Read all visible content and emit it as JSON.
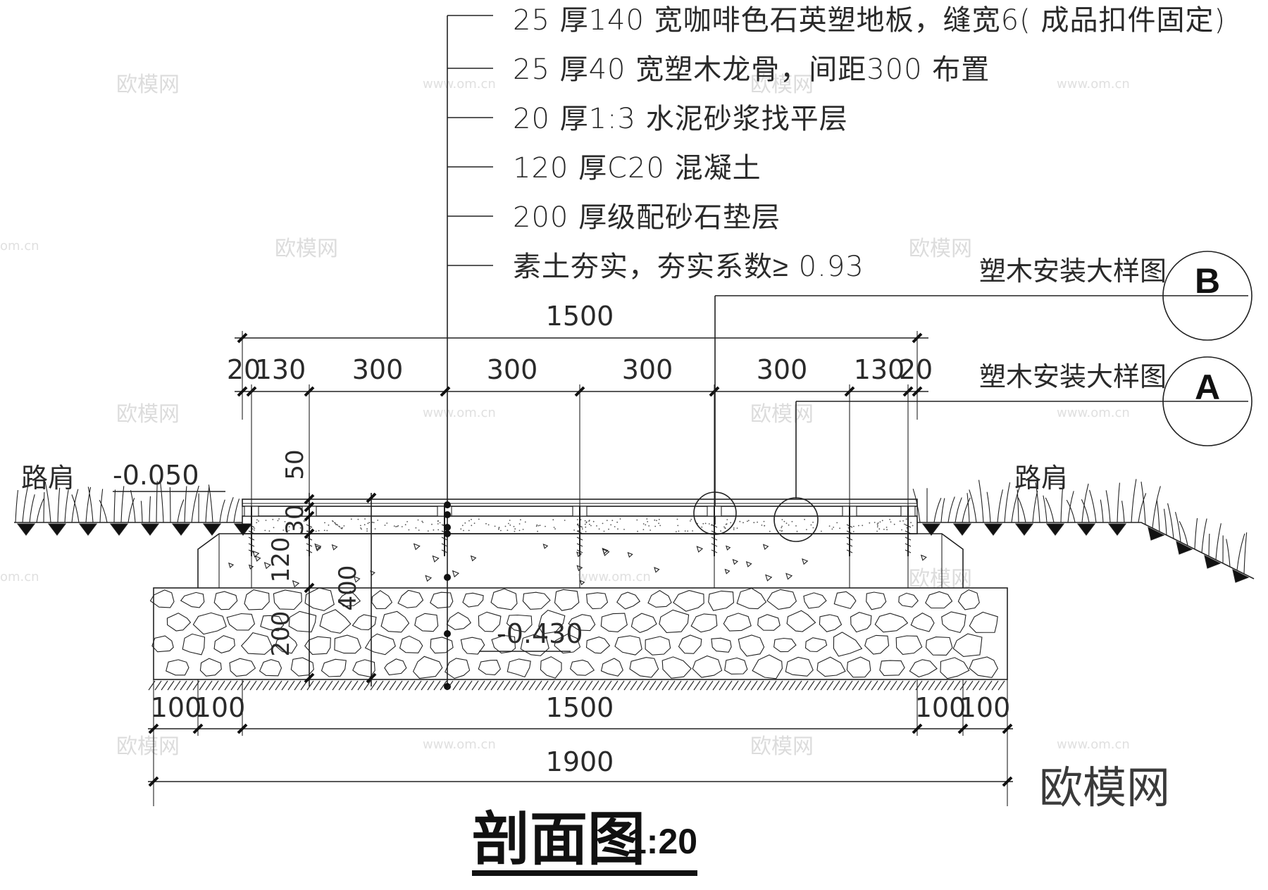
{
  "notes": [
    "25 厚140 宽咖啡色石英塑地板，缝宽6( 成品扣件固定)",
    "25 厚40 宽塑木龙骨，间距300 布置",
    "20 厚1:3  水泥砂浆找平层",
    "120  厚C20  混凝土",
    "200  厚级配砂石垫层",
    "素土夯实，夯实系数≥ 0.93"
  ],
  "references": [
    {
      "label": "塑木安装大样图",
      "tag": "B"
    },
    {
      "label": "塑木安装大样图",
      "tag": "A"
    }
  ],
  "dims_top": {
    "overall": "1500",
    "segments": [
      "20",
      "130",
      "300",
      "300",
      "300",
      "300",
      "130",
      "20"
    ]
  },
  "dims_bottom": {
    "row1": [
      "100",
      "100",
      "1500",
      "100",
      "100"
    ],
    "overall": "1900"
  },
  "dims_vertical": [
    "50",
    "30",
    "120",
    "200",
    "400"
  ],
  "labels": {
    "left_shoulder": "路肩",
    "right_shoulder": "路肩",
    "left_elevation": "-0.050",
    "base_elevation": "-0.430"
  },
  "title": {
    "main": "剖面图",
    "scale": "1:20"
  },
  "watermarks": {
    "brand": "欧模网",
    "url": "www.om.cn",
    "url_partial": "om.cn"
  }
}
